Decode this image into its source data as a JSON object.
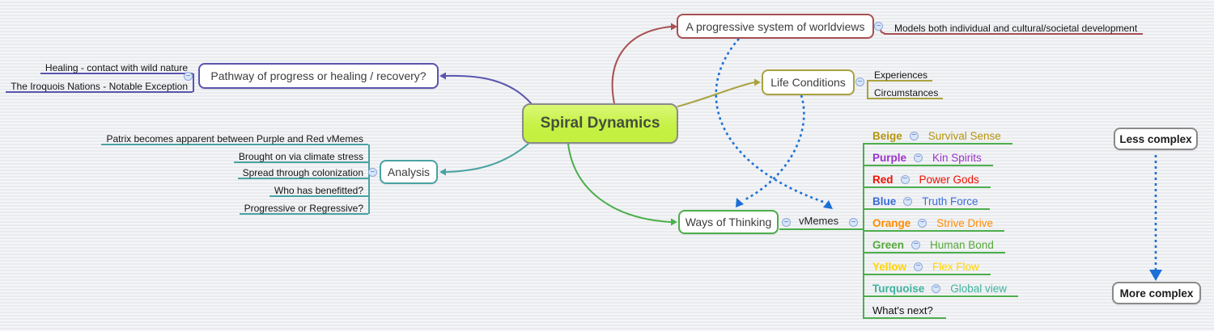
{
  "central": {
    "label": "Spiral Dynamics",
    "fill": "#c6f146",
    "border": "#8b8b8b"
  },
  "nodes": {
    "progressive": {
      "label": "A progressive system of worldviews",
      "color": "#a85052",
      "child": "Models both individual and cultural/societal development"
    },
    "life": {
      "label": "Life Conditions",
      "color": "#a9a23e",
      "children": [
        "Experiences",
        "Circumstances"
      ]
    },
    "pathway": {
      "label": "Pathway of progress or healing / recovery?",
      "color": "#5a55ae",
      "children": [
        "Healing - contact with wild nature",
        "The Iroquois Nations - Notable Exception"
      ]
    },
    "analysis": {
      "label": "Analysis",
      "color": "#4aa2a2",
      "children": [
        "Patrix becomes apparent between Purple and Red vMemes",
        "Brought on via climate stress",
        "Spread through colonization",
        "Who has benefitted?",
        "Progressive or Regressive?"
      ]
    },
    "ways": {
      "label": "Ways of Thinking",
      "color": "#4cae4c"
    },
    "vmemes": {
      "label": "vMemes",
      "color": "#4cae4c"
    },
    "less": {
      "label": "Less complex",
      "color": "#8a8a8a"
    },
    "more": {
      "label": "More complex",
      "color": "#8a8a8a"
    }
  },
  "memes": [
    {
      "name": "Beige",
      "subtitle": "Survival Sense",
      "color": "#b5950e"
    },
    {
      "name": "Purple",
      "subtitle": "Kin Spirits",
      "color": "#9c33cc"
    },
    {
      "name": "Red",
      "subtitle": "Power Gods",
      "color": "#f01000"
    },
    {
      "name": "Blue",
      "subtitle": "Truth Force",
      "color": "#3a6cd9"
    },
    {
      "name": "Orange",
      "subtitle": "Strive Drive",
      "color": "#ff8c00"
    },
    {
      "name": "Green",
      "subtitle": "Human Bond",
      "color": "#56a839"
    },
    {
      "name": "Yellow",
      "subtitle": "Flex Flow",
      "color": "#ffd400"
    },
    {
      "name": "Turquoise",
      "subtitle": "Global view",
      "color": "#3eb39e"
    }
  ],
  "whats_next": {
    "label": "What's next?"
  },
  "ui": {
    "collapse_glyph": "−"
  },
  "colors": {
    "arrow_blue": "#1b6fd6"
  }
}
